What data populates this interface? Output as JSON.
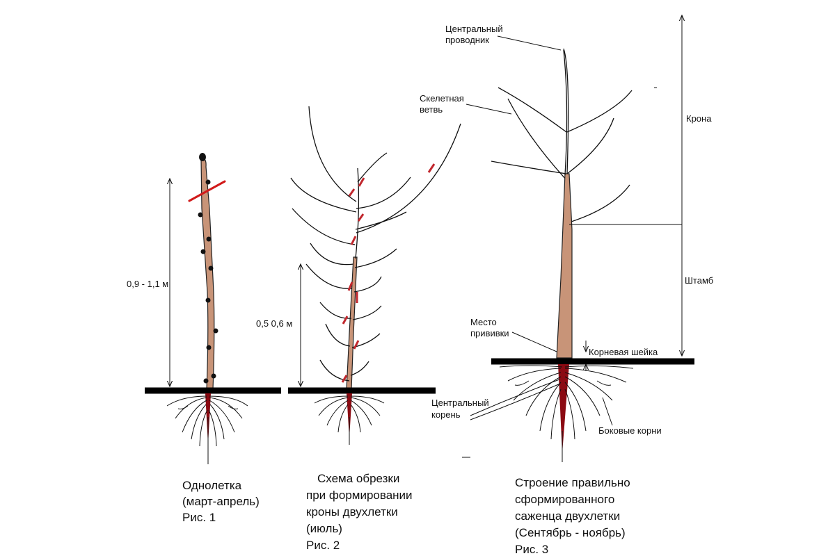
{
  "fig1": {
    "height_label": "0,9 - 1,1 м",
    "caption": [
      "Однолетка",
      "(март-апрель)",
      "Рис. 1"
    ]
  },
  "fig2": {
    "height_label": "0,5 0,6 м",
    "caption": [
      "Схема обрезки",
      "при формировании",
      "кроны двухлетки",
      "(июль)",
      "Рис. 2"
    ]
  },
  "fig3": {
    "labels": {
      "central_leader": [
        "Центральный",
        "проводник"
      ],
      "skeletal_branch": [
        "Скелетная",
        "ветвь"
      ],
      "crown": "Крона",
      "stem": "Штамб",
      "graft_site": [
        "Место",
        "прививки"
      ],
      "root_collar": "Корневая шейка",
      "central_root": [
        "Центральный",
        "корень"
      ],
      "lateral_roots": "Боковые корни"
    },
    "caption": [
      "Строение правильно",
      "сформированного",
      "саженца двухлетки",
      "(Сентябрь - ноябрь)",
      "Рис. 3"
    ]
  },
  "colors": {
    "trunk": "#c89478",
    "root": "#8b0a12",
    "cut_mark": "#d11a1a",
    "ground": "#000000"
  }
}
